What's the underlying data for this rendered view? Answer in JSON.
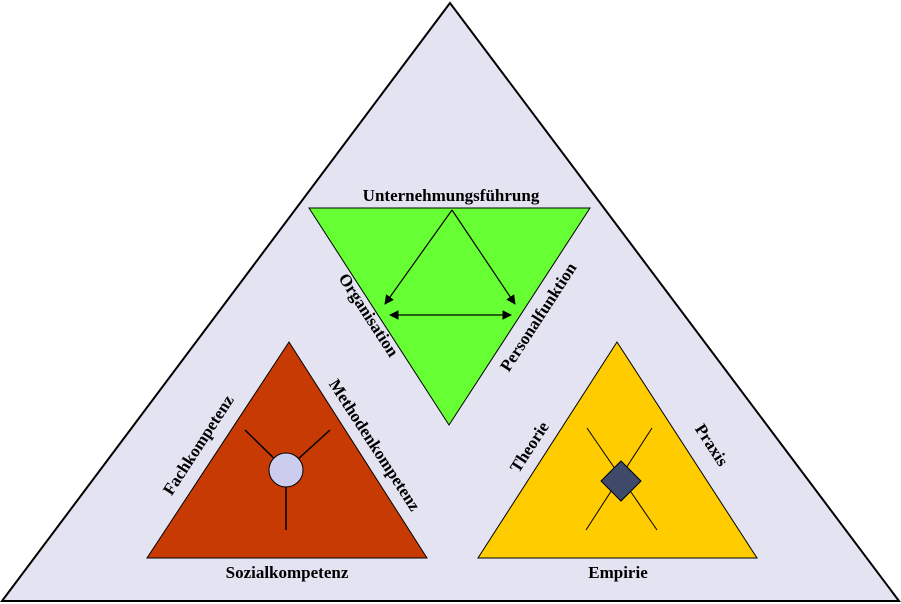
{
  "colors": {
    "outer_fill": "#e3e3f1",
    "outer_stroke": "#000000",
    "green": "#66ff33",
    "red": "#c83a04",
    "yellow": "#ffcc00",
    "circle_fill": "#ccccee",
    "diamond_fill": "#3f4a6a"
  },
  "top_triangle": {
    "top_label": "Unternehmungsführung",
    "left_label": "Organisation",
    "right_label": "Personalfunktion"
  },
  "left_triangle": {
    "left_label": "Fachkompetenz",
    "right_label": "Methodenkompetenz",
    "bottom_label": "Sozialkompetenz"
  },
  "right_triangle": {
    "left_label": "Theorie",
    "right_label": "Praxis",
    "bottom_label": "Empirie"
  }
}
